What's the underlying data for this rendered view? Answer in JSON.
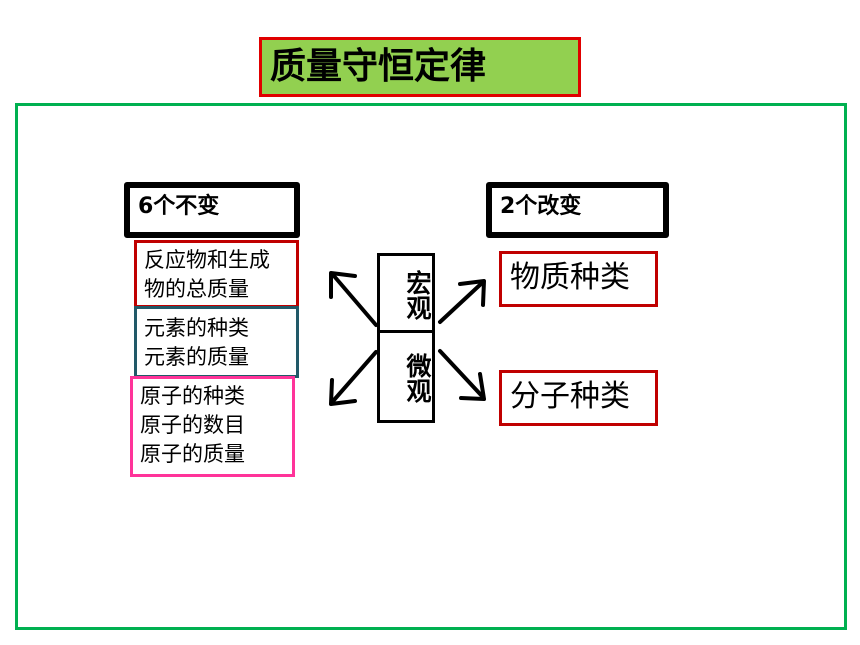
{
  "title": "质量守恒定律",
  "unchanged": {
    "header": "6个不变",
    "mass_lines": [
      "反应物和生成",
      "物的总质量"
    ],
    "element_lines": [
      "元素的种类",
      "元素的质量"
    ],
    "atom_lines": [
      "原子的种类",
      "原子的数目",
      "原子的质量"
    ]
  },
  "changed": {
    "header": "2个改变",
    "substance": "物质种类",
    "molecule": "分子种类"
  },
  "center": {
    "macro": "宏观",
    "micro": "微观"
  }
}
